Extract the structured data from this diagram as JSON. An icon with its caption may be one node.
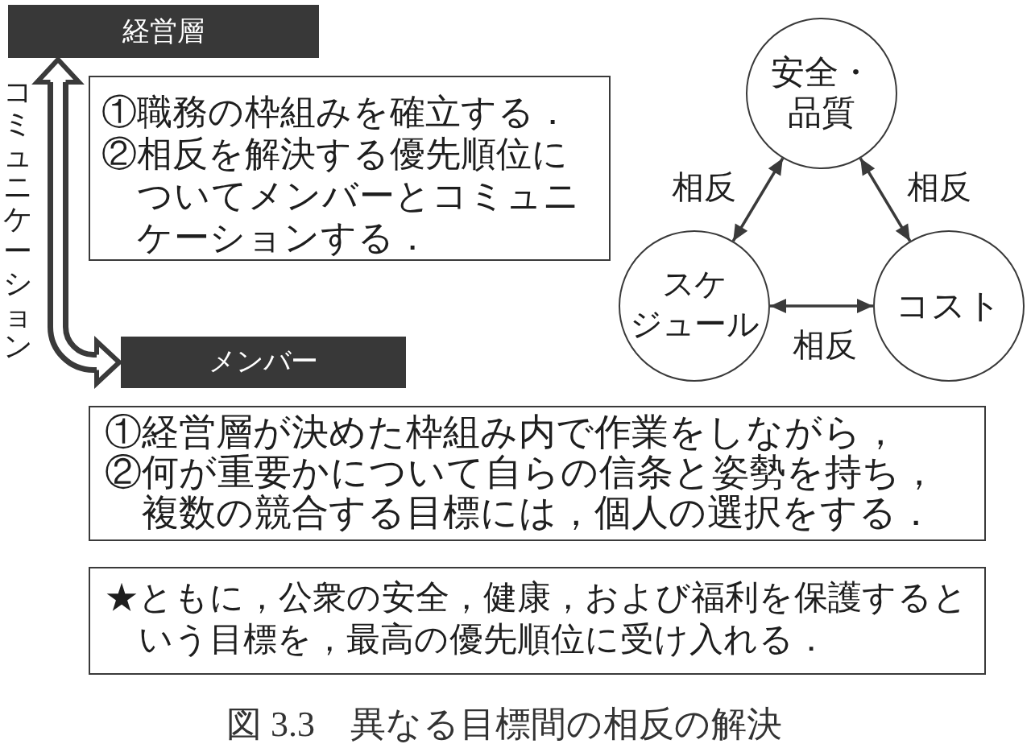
{
  "diagram": {
    "caption": "図 3.3　異なる目標間の相反の解決",
    "nodes": [
      {
        "text": [
          "経営層"
        ]
      },
      {
        "text": [
          "①職務の枠組みを確立する．",
          "②相反を解決する優先順位についてメンバーとコミュニケーションする．"
        ]
      },
      {
        "text": [
          "メンバー"
        ]
      },
      {
        "text": [
          "①経営層が決めた枠組み内で作業をしながら，",
          "②何が重要かについて自らの信条と姿勢を持ち，複数の競合する目標には，個人の選択をする．"
        ]
      },
      {
        "text": [
          "★ともに，公衆の安全，健康，および福利を保護するという目標を，最高の優先順位に受け入れる．"
        ]
      },
      {
        "text": [
          "安全・品質"
        ]
      },
      {
        "text": [
          "スケジュール"
        ]
      },
      {
        "text": [
          "コスト"
        ]
      }
    ],
    "edges": [
      {
        "from": 0,
        "to": 2,
        "arrow": "both",
        "label": "コミュニケーション",
        "style": "thick"
      },
      {
        "from": 5,
        "to": 6,
        "arrow": "both",
        "label": "相反"
      },
      {
        "from": 5,
        "to": 7,
        "arrow": "both",
        "label": "相反"
      },
      {
        "from": 6,
        "to": 7,
        "arrow": "both",
        "label": "相反"
      }
    ]
  }
}
